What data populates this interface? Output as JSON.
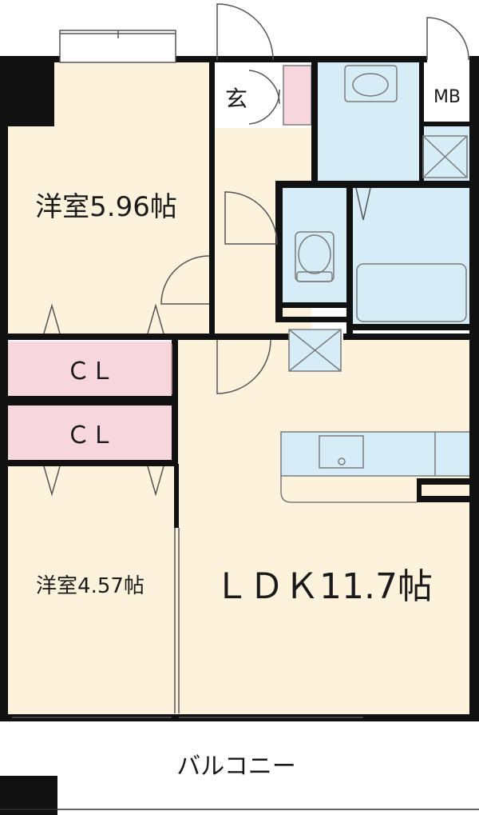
{
  "rooms": {
    "western_room_1": "洋室5.96帖",
    "western_room_2": "洋室4.57帖",
    "ldk": "ＬＤＫ11.7帖",
    "closet_1": "ＣＬ",
    "closet_2": "ＣＬ",
    "entrance": "玄",
    "meter_box": "MB",
    "balcony": "バルコニー"
  },
  "colors": {
    "floor": "#fdf3dc",
    "wet_area": "#d6ecf7",
    "closet": "#f7d6de",
    "wall": "#111111",
    "fixture_line": "#7a7a7a"
  }
}
